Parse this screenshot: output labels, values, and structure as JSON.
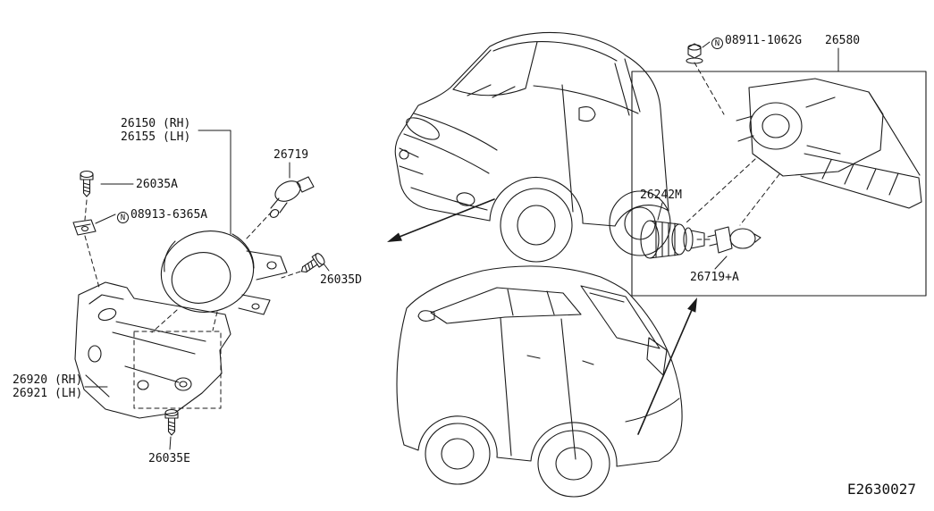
{
  "diagram_code": "E2630027",
  "symbols": {
    "nut": "N"
  },
  "colors": {
    "line": "#1a1a1a",
    "background": "#ffffff"
  },
  "labels": {
    "fog_lamp_rh": "26150 (RH)",
    "fog_lamp_lh": "26155 (LH)",
    "fog_bulb": "26719",
    "screw_26035a": "26035A",
    "nut_08913": "08913-6365A",
    "screw_26035d": "26035D",
    "bracket_rh": "26920 (RH)",
    "bracket_lh": "26921 (LH)",
    "screw_26035e": "26035E",
    "nut_08911": "08911-1062G",
    "rear_lamp": "26580",
    "bulb_socket": "26242M",
    "rear_bulb": "26719+A"
  }
}
